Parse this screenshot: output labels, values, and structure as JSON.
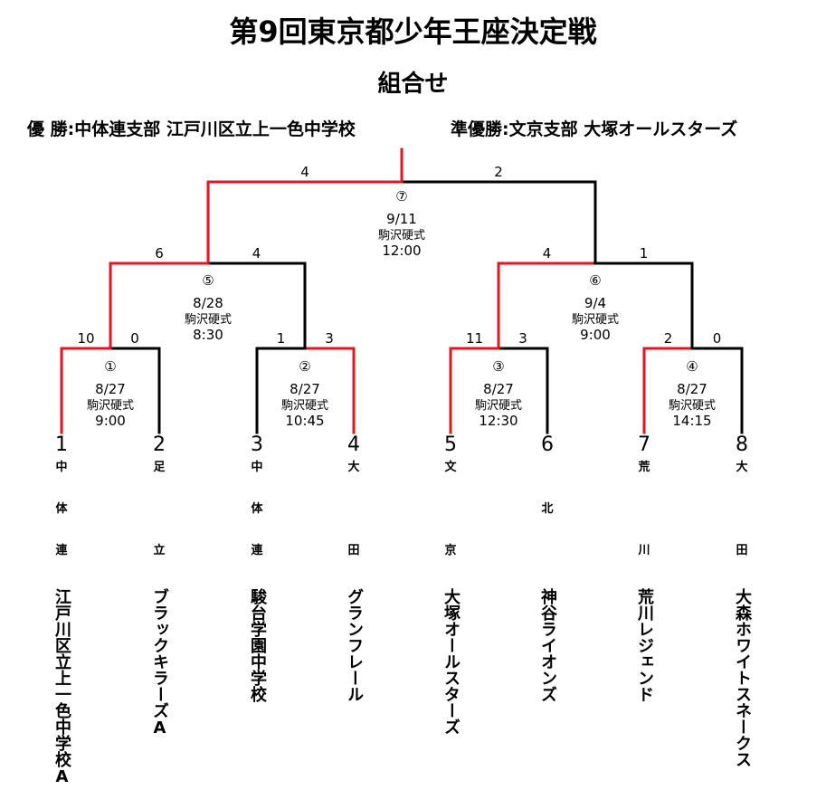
{
  "title": "第9回東京都少年王座決定戦",
  "subtitle": "組合せ",
  "winners": {
    "champion": "優 勝:中体連支部 江戸川区立上一色中学校",
    "runner_up": "準優勝:文京支部 大塚オールスターズ"
  },
  "colors": {
    "winner_line": "#e8141e",
    "line": "#000000"
  },
  "teams": [
    {
      "seed": "1",
      "section": [
        "中",
        "体",
        "連"
      ],
      "name": "江戸川区立上一色中学校A"
    },
    {
      "seed": "2",
      "section": [
        "足",
        "",
        "立"
      ],
      "name": "ブラックキラーズA"
    },
    {
      "seed": "3",
      "section": [
        "中",
        "体",
        "連"
      ],
      "name": "駿台学園中学校"
    },
    {
      "seed": "4",
      "section": [
        "大",
        "",
        "田"
      ],
      "name": "グランフレール"
    },
    {
      "seed": "5",
      "section": [
        "文",
        "",
        "京"
      ],
      "name": "大塚オールスターズ"
    },
    {
      "seed": "6",
      "section": [
        "",
        "北",
        ""
      ],
      "name": "神谷ライオンズ"
    },
    {
      "seed": "7",
      "section": [
        "荒",
        "",
        "川"
      ],
      "name": "荒川レジェンド"
    },
    {
      "seed": "8",
      "section": [
        "大",
        "",
        "田"
      ],
      "name": "大森ホワイトスネークス"
    }
  ],
  "matches": [
    {
      "no": "①",
      "date": "8/27",
      "venue": "駒沢硬式",
      "time": "9:00",
      "score_left": "10",
      "score_right": "0",
      "winner": "left"
    },
    {
      "no": "②",
      "date": "8/27",
      "venue": "駒沢硬式",
      "time": "10:45",
      "score_left": "1",
      "score_right": "3",
      "winner": "right"
    },
    {
      "no": "③",
      "date": "8/27",
      "venue": "駒沢硬式",
      "time": "12:30",
      "score_left": "11",
      "score_right": "3",
      "winner": "left"
    },
    {
      "no": "④",
      "date": "8/27",
      "venue": "駒沢硬式",
      "time": "14:15",
      "score_left": "2",
      "score_right": "0",
      "winner": "left"
    },
    {
      "no": "⑤",
      "date": "8/28",
      "venue": "駒沢硬式",
      "time": "8:30",
      "score_left": "6",
      "score_right": "4",
      "winner": "left"
    },
    {
      "no": "⑥",
      "date": "9/4",
      "venue": "駒沢硬式",
      "time": "9:00",
      "score_left": "4",
      "score_right": "1",
      "winner": "left"
    },
    {
      "no": "⑦",
      "date": "9/11",
      "venue": "駒沢硬式",
      "time": "12:00",
      "score_left": "4",
      "score_right": "2",
      "winner": "left"
    }
  ]
}
